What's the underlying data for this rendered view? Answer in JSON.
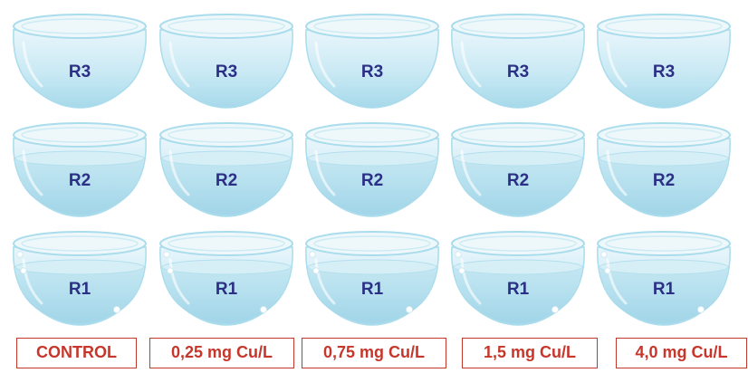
{
  "rows": [
    {
      "replicate": "R3",
      "water": "empty"
    },
    {
      "replicate": "R2",
      "water": "filled"
    },
    {
      "replicate": "R1",
      "water": "filled-bubbles"
    }
  ],
  "treatments": [
    "CONTROL",
    "0,25 mg Cu/L",
    "0,75 mg Cu/L",
    "1,5 mg Cu/L",
    "4,0 mg Cu/L"
  ],
  "colors": {
    "label_text": "#2b2f86",
    "treatment_text": "#c6362a",
    "treatment_border": "#c0392b",
    "glass": "#a9dcec",
    "water": "#c4e7f2"
  }
}
